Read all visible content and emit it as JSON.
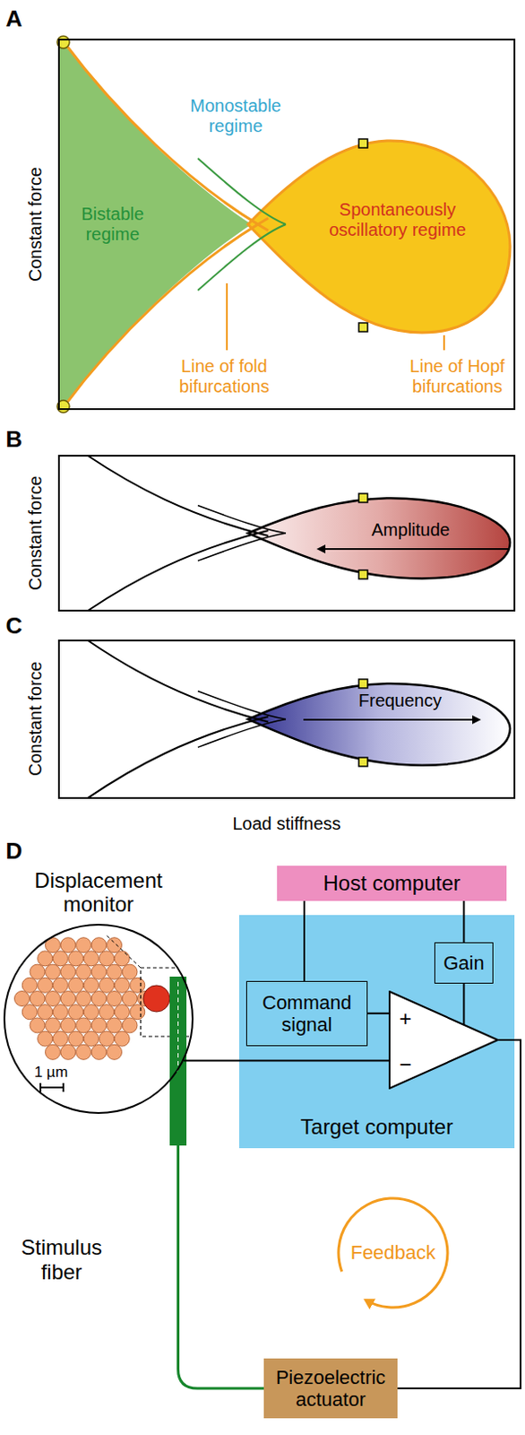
{
  "diagram": {
    "nodes": [
      {
        "text": [
          "Host computer"
        ]
      },
      {
        "text": [
          "Target computer"
        ]
      },
      {
        "text": [
          "Command signal"
        ],
        "in": 1
      },
      {
        "text": [
          "Gain"
        ],
        "in": 1
      },
      {
        "text": [
          "+",
          "−"
        ],
        "in": 1
      },
      {
        "text": [
          "Displacement monitor"
        ]
      },
      {
        "text": [
          "Piezoelectric actuator"
        ]
      }
    ],
    "edges": [
      {
        "from": 0,
        "to": 2,
        "arrow": "none"
      },
      {
        "from": 0,
        "to": 3,
        "arrow": "none"
      },
      {
        "from": 2,
        "to": 4,
        "arrow": "none"
      },
      {
        "from": 3,
        "to": 4,
        "arrow": "none"
      },
      {
        "from": 5,
        "to": 4,
        "arrow": "none"
      },
      {
        "from": 4,
        "to": 6,
        "arrow": "none"
      },
      {
        "from": 6,
        "to": 5,
        "arrow": "none"
      }
    ],
    "labels": [
      "A",
      "Constant force",
      "Monostable regime",
      "Bistable regime",
      "Spontaneously oscillatory regime",
      "Line of fold bifurcations",
      "Line of Hopf bifurcations",
      "B",
      "Constant force",
      "Amplitude",
      "C",
      "Constant force",
      "Frequency",
      "Load stiffness",
      "D",
      "1 µm",
      "Stimulus fiber",
      "Feedback"
    ]
  }
}
